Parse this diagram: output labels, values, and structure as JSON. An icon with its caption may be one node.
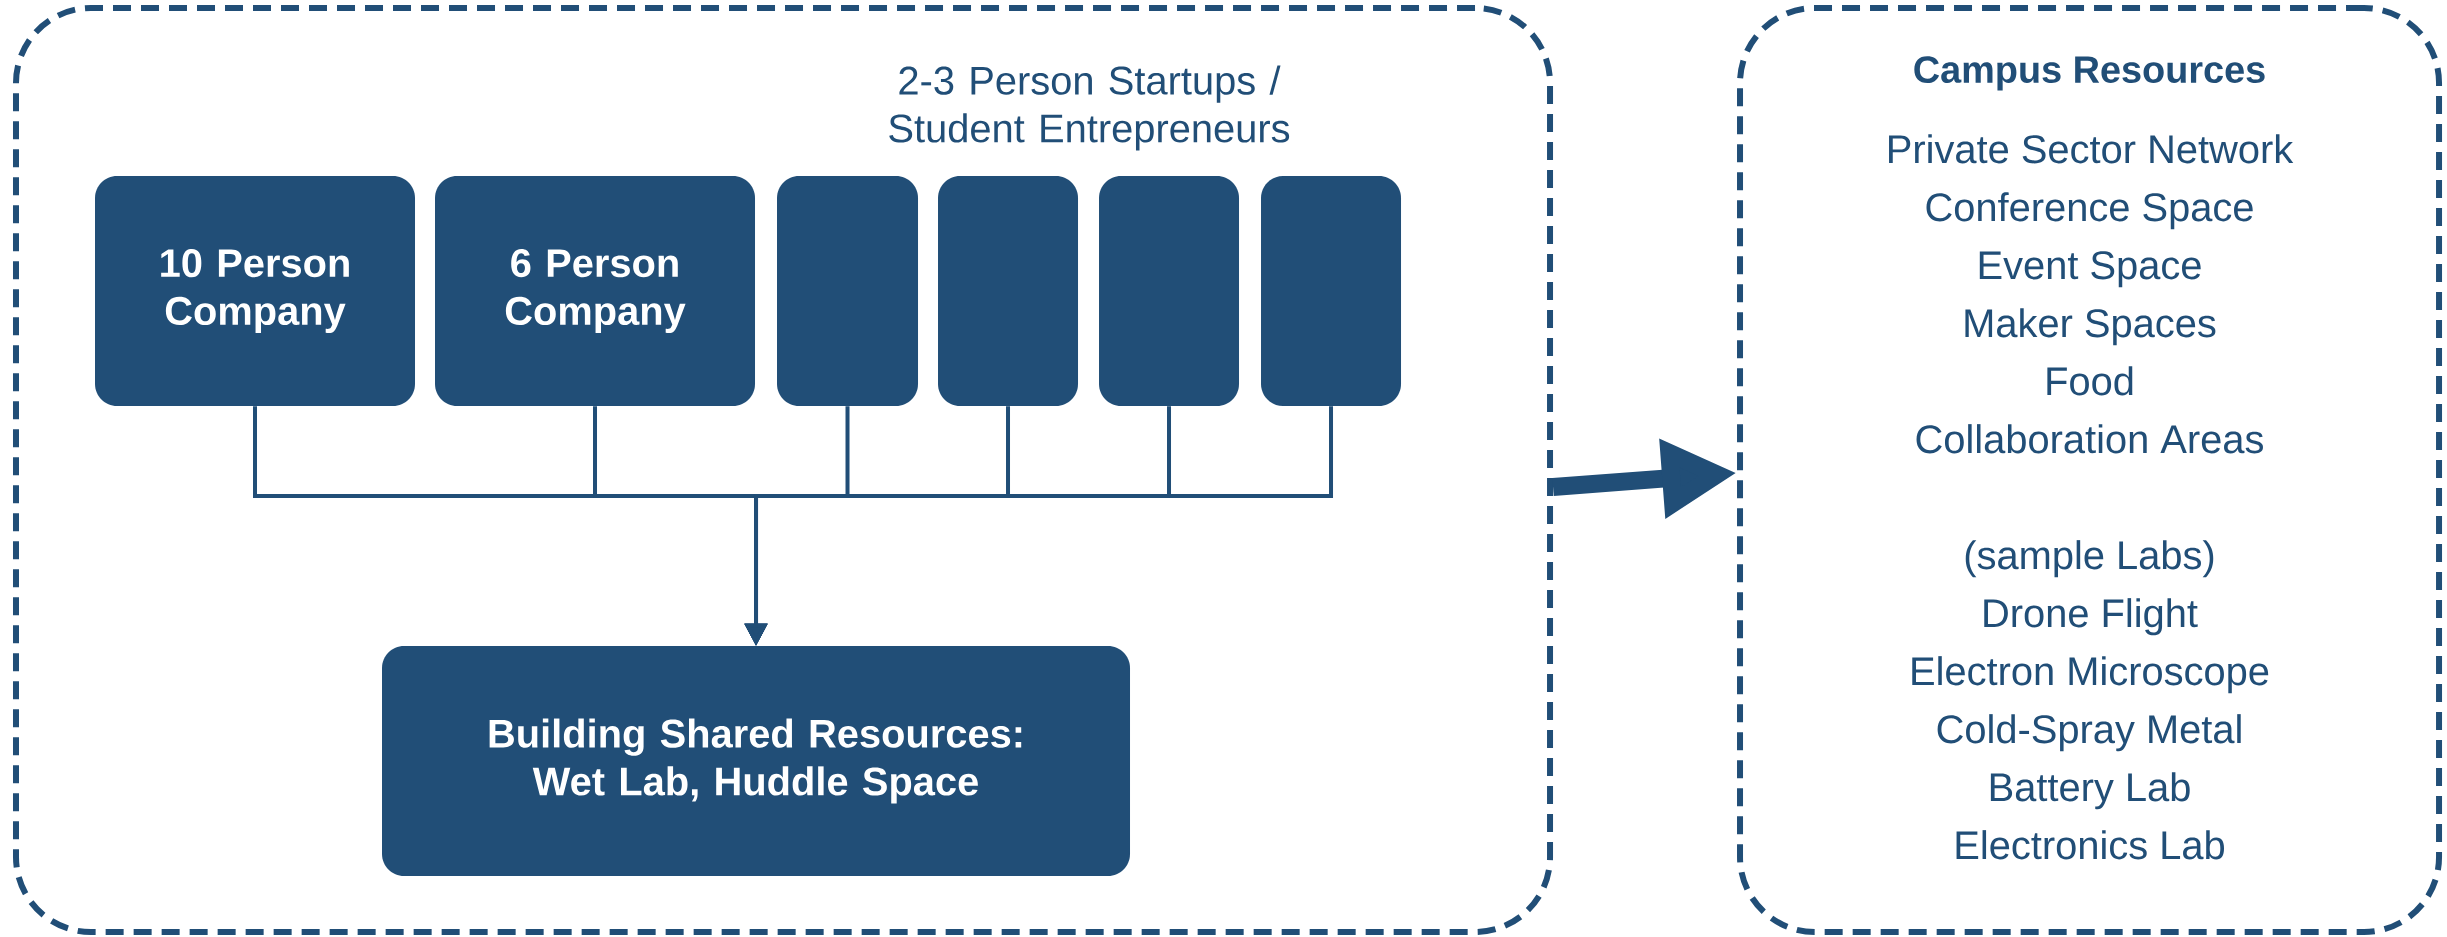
{
  "diagram": {
    "nodes": [
      {
        "text": [],
        "shape": "box"
      },
      {
        "text": [
          "10 Person Company"
        ],
        "in": 0
      },
      {
        "text": [
          "6 Person Company"
        ],
        "in": 0
      },
      {
        "text": [],
        "shape": "box",
        "in": 0
      },
      {
        "text": [],
        "shape": "box",
        "in": 0
      },
      {
        "text": [],
        "shape": "box",
        "in": 0
      },
      {
        "text": [],
        "shape": "box",
        "in": 0
      },
      {
        "text": [
          "Building Shared Resources: Wet Lab, Huddle Space"
        ],
        "in": 0
      },
      {
        "text": [
          "Campus Resources",
          "Private Sector Network",
          "Conference Space",
          "Event Space",
          "Maker Spaces",
          "Food",
          "Collaboration Areas",
          "(sample Labs)",
          "Drone Flight",
          "Electron Microscope",
          "Cold-Spray Metal",
          "Battery Lab",
          "Electronics Lab"
        ]
      }
    ],
    "edges": [
      {
        "from": 1,
        "to": 7,
        "arrow": "to"
      },
      {
        "from": 2,
        "to": 7,
        "arrow": "to"
      },
      {
        "from": 3,
        "to": 7,
        "arrow": "to"
      },
      {
        "from": 4,
        "to": 7,
        "arrow": "to"
      },
      {
        "from": 5,
        "to": 7,
        "arrow": "to"
      },
      {
        "from": 6,
        "to": 7,
        "arrow": "to"
      },
      {
        "from": 0,
        "to": 8,
        "arrow": "to",
        "style": "thick"
      }
    ],
    "labels": [
      "2-3 Person Startups / Student Entrepreneurs"
    ]
  }
}
